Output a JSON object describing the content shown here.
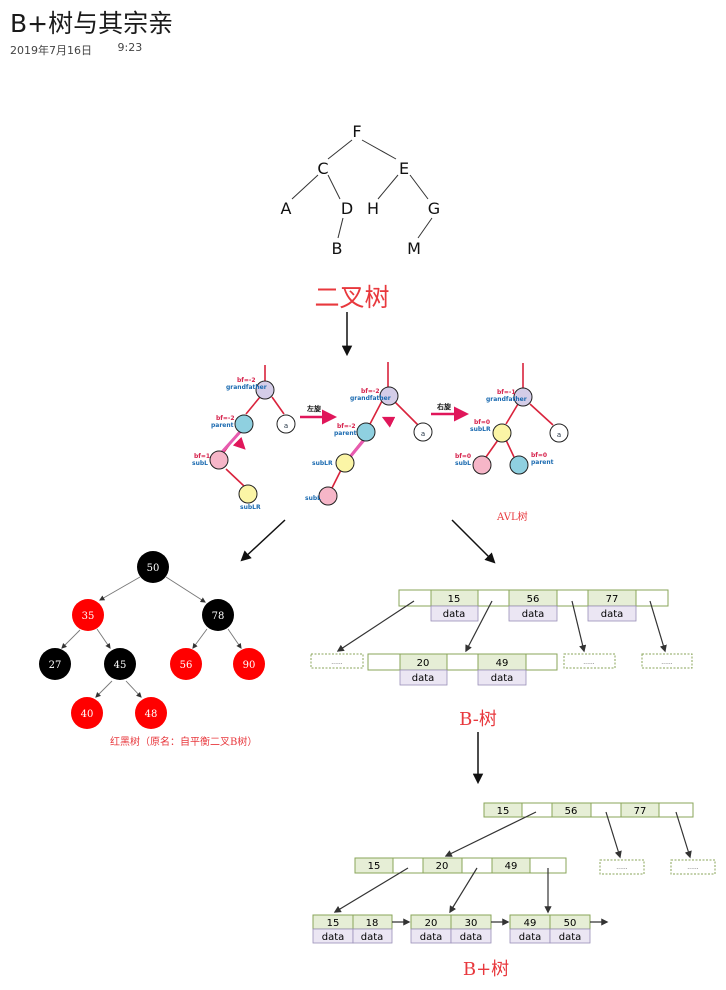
{
  "page": {
    "title": "B+树与其宗亲",
    "date": "2019年7月16日",
    "time": "9:23"
  },
  "binary_tree": {
    "nodes": [
      "F",
      "C",
      "E",
      "A",
      "D",
      "H",
      "G",
      "B",
      "M"
    ],
    "caption": "二叉树"
  },
  "avl": {
    "caption": "AVL树",
    "rotate_left": "左旋",
    "rotate_right": "右旋",
    "stage1": {
      "bf_gf": "bf=-2",
      "gf": "grandfather",
      "bf_p": "bf=-2",
      "p": "parent",
      "bf_s": "bf=1",
      "s": "subL",
      "lr": "subLR",
      "a": "a"
    },
    "stage2": {
      "bf_gf": "bf=-2",
      "gf": "grandfather",
      "bf_p": "bf=-2",
      "p": "parent",
      "lr": "subLR",
      "s": "subL",
      "a": "a"
    },
    "stage3": {
      "bf_gf": "bf=-1",
      "gf": "grandfather",
      "bf_lr": "bf=0",
      "lr": "subLR",
      "bf_s": "bf=0",
      "s": "subL",
      "bf_p": "bf=0",
      "p": "parent",
      "a": "a"
    }
  },
  "rb_tree": {
    "caption": "红黑树（原名：自平衡二叉B树）",
    "nodes": [
      "50",
      "35",
      "78",
      "27",
      "45",
      "56",
      "90",
      "40",
      "48"
    ]
  },
  "b_tree": {
    "caption": "B-树",
    "root_keys": [
      "15",
      "56",
      "77"
    ],
    "child_keys": [
      "20",
      "49"
    ],
    "data_label": "data",
    "ellipsis": "......"
  },
  "bplus_tree": {
    "caption": "B+树",
    "root_keys": [
      "15",
      "56",
      "77"
    ],
    "mid_keys": [
      "15",
      "20",
      "49"
    ],
    "leaf1": [
      "15",
      "18"
    ],
    "leaf2": [
      "20",
      "30"
    ],
    "leaf3": [
      "49",
      "50"
    ],
    "data_label": "data",
    "ellipsis": "......"
  },
  "colors": {
    "red": "#e81b1b",
    "caption_red": "#e8383d",
    "green_border": "#8aa55a",
    "key_fill": "#e6eed6",
    "data_fill": "#ebe6f3",
    "avl_line": "#d9233c"
  }
}
